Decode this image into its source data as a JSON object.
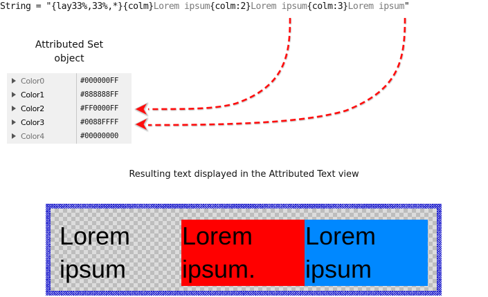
{
  "code": {
    "prefix": "String = \"",
    "segments": [
      {
        "kind": "tag",
        "text": "{lay33%,33%,*}{colm}"
      },
      {
        "kind": "literal",
        "text": "Lorem ipsum"
      },
      {
        "kind": "tag",
        "text": "{colm:2}"
      },
      {
        "kind": "literal",
        "text": "Lorem ipsum"
      },
      {
        "kind": "tag",
        "text": "{colm:3}"
      },
      {
        "kind": "literal",
        "text": "Lorem ipsum"
      }
    ],
    "suffix": "\""
  },
  "attributed_set": {
    "title_line1": "Attributed Set",
    "title_line2": "object",
    "rows": [
      {
        "name": "Color0",
        "value": "#000000FF",
        "dim": true
      },
      {
        "name": "Color1",
        "value": "#888888FF",
        "dim": false
      },
      {
        "name": "Color2",
        "value": "#FF0000FF",
        "dim": false
      },
      {
        "name": "Color3",
        "value": "#0088FFFF",
        "dim": false
      },
      {
        "name": "Color4",
        "value": "#00000000",
        "dim": true
      }
    ]
  },
  "arrows": [
    {
      "from": "{colm:2}",
      "to": "Color2",
      "color": "#ff0000"
    },
    {
      "from": "{colm:3}",
      "to": "Color3",
      "color": "#ff0000"
    }
  ],
  "result": {
    "caption": "Resulting text displayed in the Attributed Text view",
    "frame_color": "#2222cc",
    "columns": [
      {
        "line1": "Lorem",
        "line2": "ipsum",
        "background": "transparent"
      },
      {
        "line1": "Lorem",
        "line2": "ipsum.",
        "background": "#FF0000"
      },
      {
        "line1": "Lorem",
        "line2": "ipsum",
        "background": "#0088FF"
      }
    ]
  }
}
